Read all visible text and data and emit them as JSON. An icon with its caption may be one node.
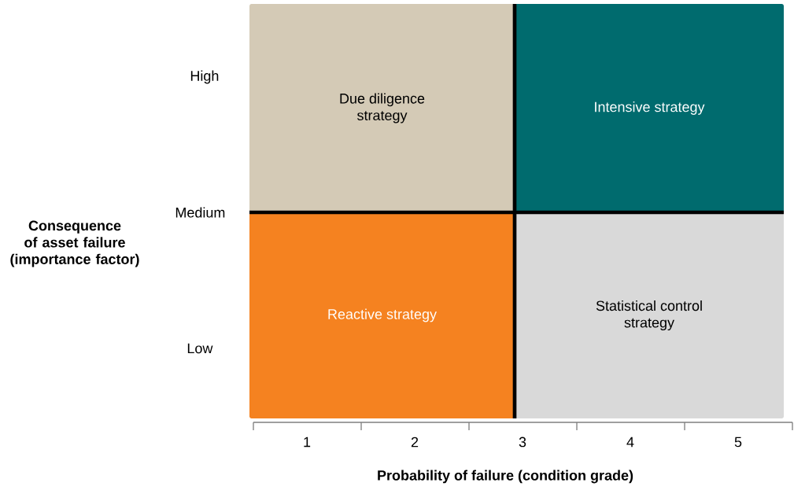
{
  "diagram": {
    "nodes": [
      {
        "text": [
          "Due diligence strategy"
        ]
      },
      {
        "text": [
          "Intensive strategy"
        ]
      },
      {
        "text": [
          "Reactive strategy"
        ]
      },
      {
        "text": [
          "Statistical control strategy"
        ]
      }
    ],
    "labels": [
      "High",
      "Consequence of asset failure (importance factor)",
      "Medium",
      "Low",
      "1",
      "2",
      "3",
      "4",
      "5",
      "Probability of failure (condition grade)"
    ]
  }
}
